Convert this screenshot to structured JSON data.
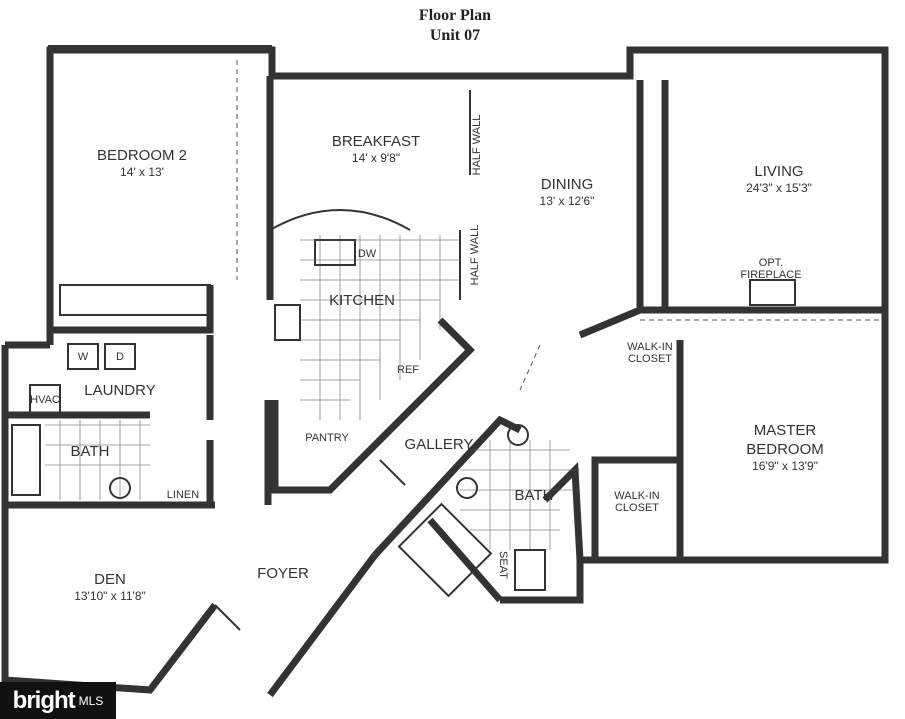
{
  "title": {
    "line1": "Floor Plan",
    "line2": "Unit 07"
  },
  "rooms": [
    {
      "name": "BEDROOM 2",
      "dim": "14' x 13'"
    },
    {
      "name": "BREAKFAST",
      "dim": "14' x 9'8\""
    },
    {
      "name": "DINING",
      "dim": "13' x 12'6\""
    },
    {
      "name": "LIVING",
      "dim": "24'3\" x 15'3\""
    },
    {
      "name": "KITCHEN",
      "dim": ""
    },
    {
      "name": "MASTER BEDROOM",
      "line1": "MASTER",
      "line2": "BEDROOM",
      "dim": "16'9\" x 13'9\""
    },
    {
      "name": "DEN",
      "dim": "13'10\" x 11'8\""
    }
  ],
  "labels": {
    "half_wall_1": "HALF WALL",
    "half_wall_2": "HALF WALL",
    "dw": "DW",
    "ref": "REF",
    "pantry": "PANTRY",
    "gallery": "GALLERY",
    "laundry": "LAUNDRY",
    "hvac": "HVAC",
    "washer": "W",
    "dryer": "D",
    "bath_1": "BATH",
    "bath_2": "BATH",
    "linen": "LINEN",
    "foyer": "FOYER",
    "fireplace_1": "OPT.",
    "fireplace_2": "FIREPLACE",
    "walkin_1a": "WALK-IN",
    "walkin_1b": "CLOSET",
    "walkin_2a": "WALK-IN",
    "walkin_2b": "CLOSET",
    "seat": "SEAT"
  },
  "logo": {
    "brand": "bright",
    "suffix": "MLS"
  }
}
